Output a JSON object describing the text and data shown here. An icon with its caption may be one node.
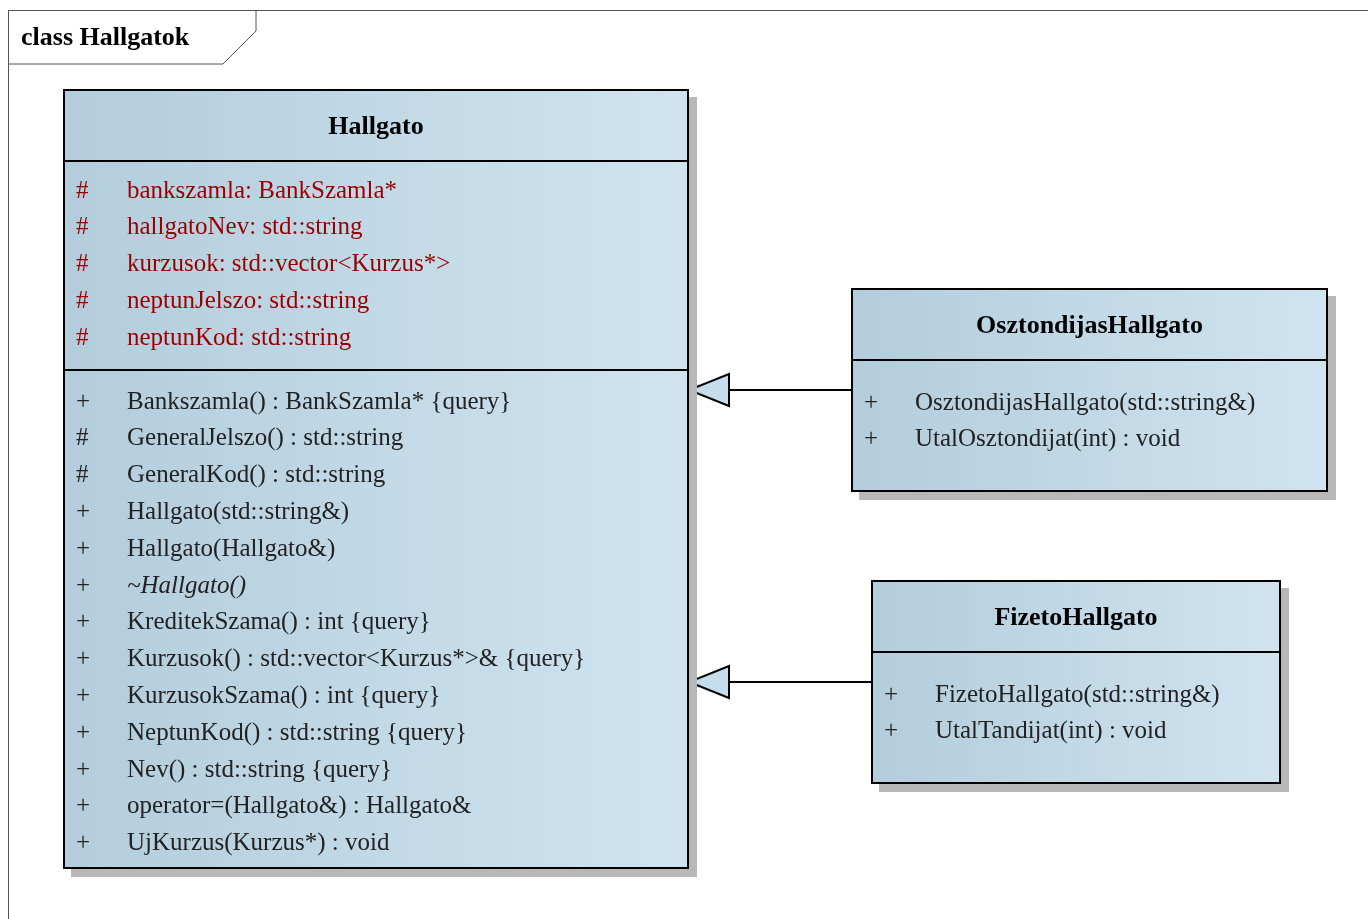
{
  "diagram": {
    "nodes": [
      {
        "text": [
          "class Hallgatok"
        ]
      },
      {
        "text": [
          "Hallgato",
          "#",
          "bankszamla: BankSzamla*",
          "#",
          "hallgatoNev: std::string",
          "#",
          "kurzusok: std::vector<Kurzus*>",
          "#",
          "neptunJelszo: std::string",
          "#",
          "neptunKod: std::string",
          "+",
          "Bankszamla() : BankSzamla* {query}",
          "#",
          "GeneralJelszo() : std::string",
          "#",
          "GeneralKod() : std::string",
          "+",
          "Hallgato(std::string&)",
          "+",
          "Hallgato(Hallgato&)",
          "+",
          "*~Hallgato()*",
          "+",
          "KreditekSzama() : int {query}",
          "+",
          "Kurzusok() : std::vector<Kurzus*>& {query}",
          "+",
          "KurzusokSzama() : int {query}",
          "+",
          "NeptunKod() : std::string {query}",
          "+",
          "Nev() : std::string {query}",
          "+",
          "operator=(Hallgato&) : Hallgato&",
          "+",
          "UjKurzus(Kurzus*) : void"
        ],
        "in": 0
      },
      {
        "text": [
          "OsztondijasHallgato",
          "+",
          "OsztondijasHallgato(std::string&)",
          "+",
          "UtalOsztondijat(int) : void"
        ],
        "in": 0
      },
      {
        "text": [
          "FizetoHallgato",
          "+",
          "FizetoHallgato(std::string&)",
          "+",
          "UtalTandijat(int) : void"
        ],
        "in": 0
      }
    ],
    "edges": [
      {
        "from": 2,
        "to": 1,
        "arrow": "to"
      },
      {
        "from": 3,
        "to": 1,
        "arrow": "to"
      }
    ]
  }
}
